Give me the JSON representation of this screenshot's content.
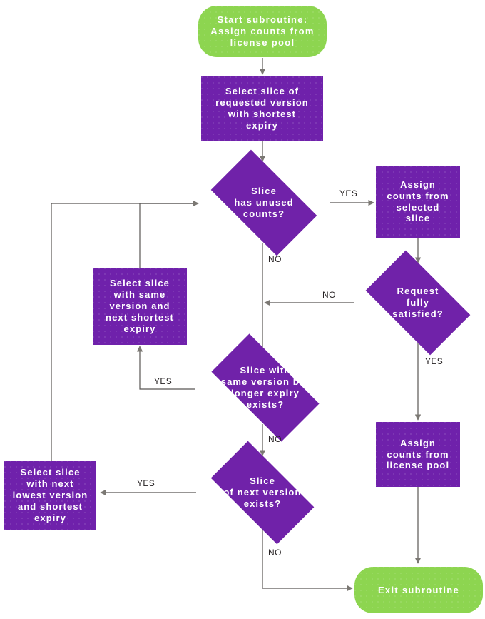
{
  "diagram": {
    "title": "Assign counts from license pool",
    "colors": {
      "terminator_fill": "#8dd550",
      "process_fill": "#6f21ab",
      "decision_fill": "#7022a9",
      "text": "#ffffff",
      "edge": "#595653",
      "edge_label_text": "#231f20",
      "background": "#ffffff"
    },
    "nodes": [
      {
        "id": "start",
        "type": "terminator",
        "text": "Start subroutine:\nAssign counts from\nlicense pool"
      },
      {
        "id": "select-requested",
        "type": "process",
        "text": "Select slice of\nrequested version\nwith shortest\nexpiry"
      },
      {
        "id": "slice-has-unused",
        "type": "decision",
        "text": "Slice\nhas unused\ncounts?"
      },
      {
        "id": "assign-selected",
        "type": "process",
        "text": "Assign\ncounts from\nselected\nslice"
      },
      {
        "id": "request-satisfied",
        "type": "decision",
        "text": "Request\nfully\nsatisfied?"
      },
      {
        "id": "select-same-version-next",
        "type": "process",
        "text": "Select slice\nwith same\nversion and\nnext shortest\nexpiry"
      },
      {
        "id": "longer-expiry-exists",
        "type": "decision",
        "text": "Slice with\nsame version but\nlonger expiry\nexists?"
      },
      {
        "id": "assign-license-pool",
        "type": "process",
        "text": "Assign\ncounts from\nlicense pool"
      },
      {
        "id": "select-next-lowest",
        "type": "process",
        "text": "Select slice\nwith next\nlowest version\nand shortest\nexpiry"
      },
      {
        "id": "next-version-exists",
        "type": "decision",
        "text": "Slice\nof next version\nexists?"
      },
      {
        "id": "exit",
        "type": "terminator",
        "text": "Exit subroutine"
      }
    ],
    "edge_labels": [
      {
        "id": "yes-has-unused",
        "text": "YES"
      },
      {
        "id": "no-has-unused",
        "text": "NO"
      },
      {
        "id": "no-request-satisfied",
        "text": "NO"
      },
      {
        "id": "yes-request-satisfied",
        "text": "YES"
      },
      {
        "id": "yes-longer-expiry",
        "text": "YES"
      },
      {
        "id": "no-longer-expiry",
        "text": "NO"
      },
      {
        "id": "yes-next-version",
        "text": "YES"
      },
      {
        "id": "no-next-version",
        "text": "NO"
      }
    ]
  }
}
